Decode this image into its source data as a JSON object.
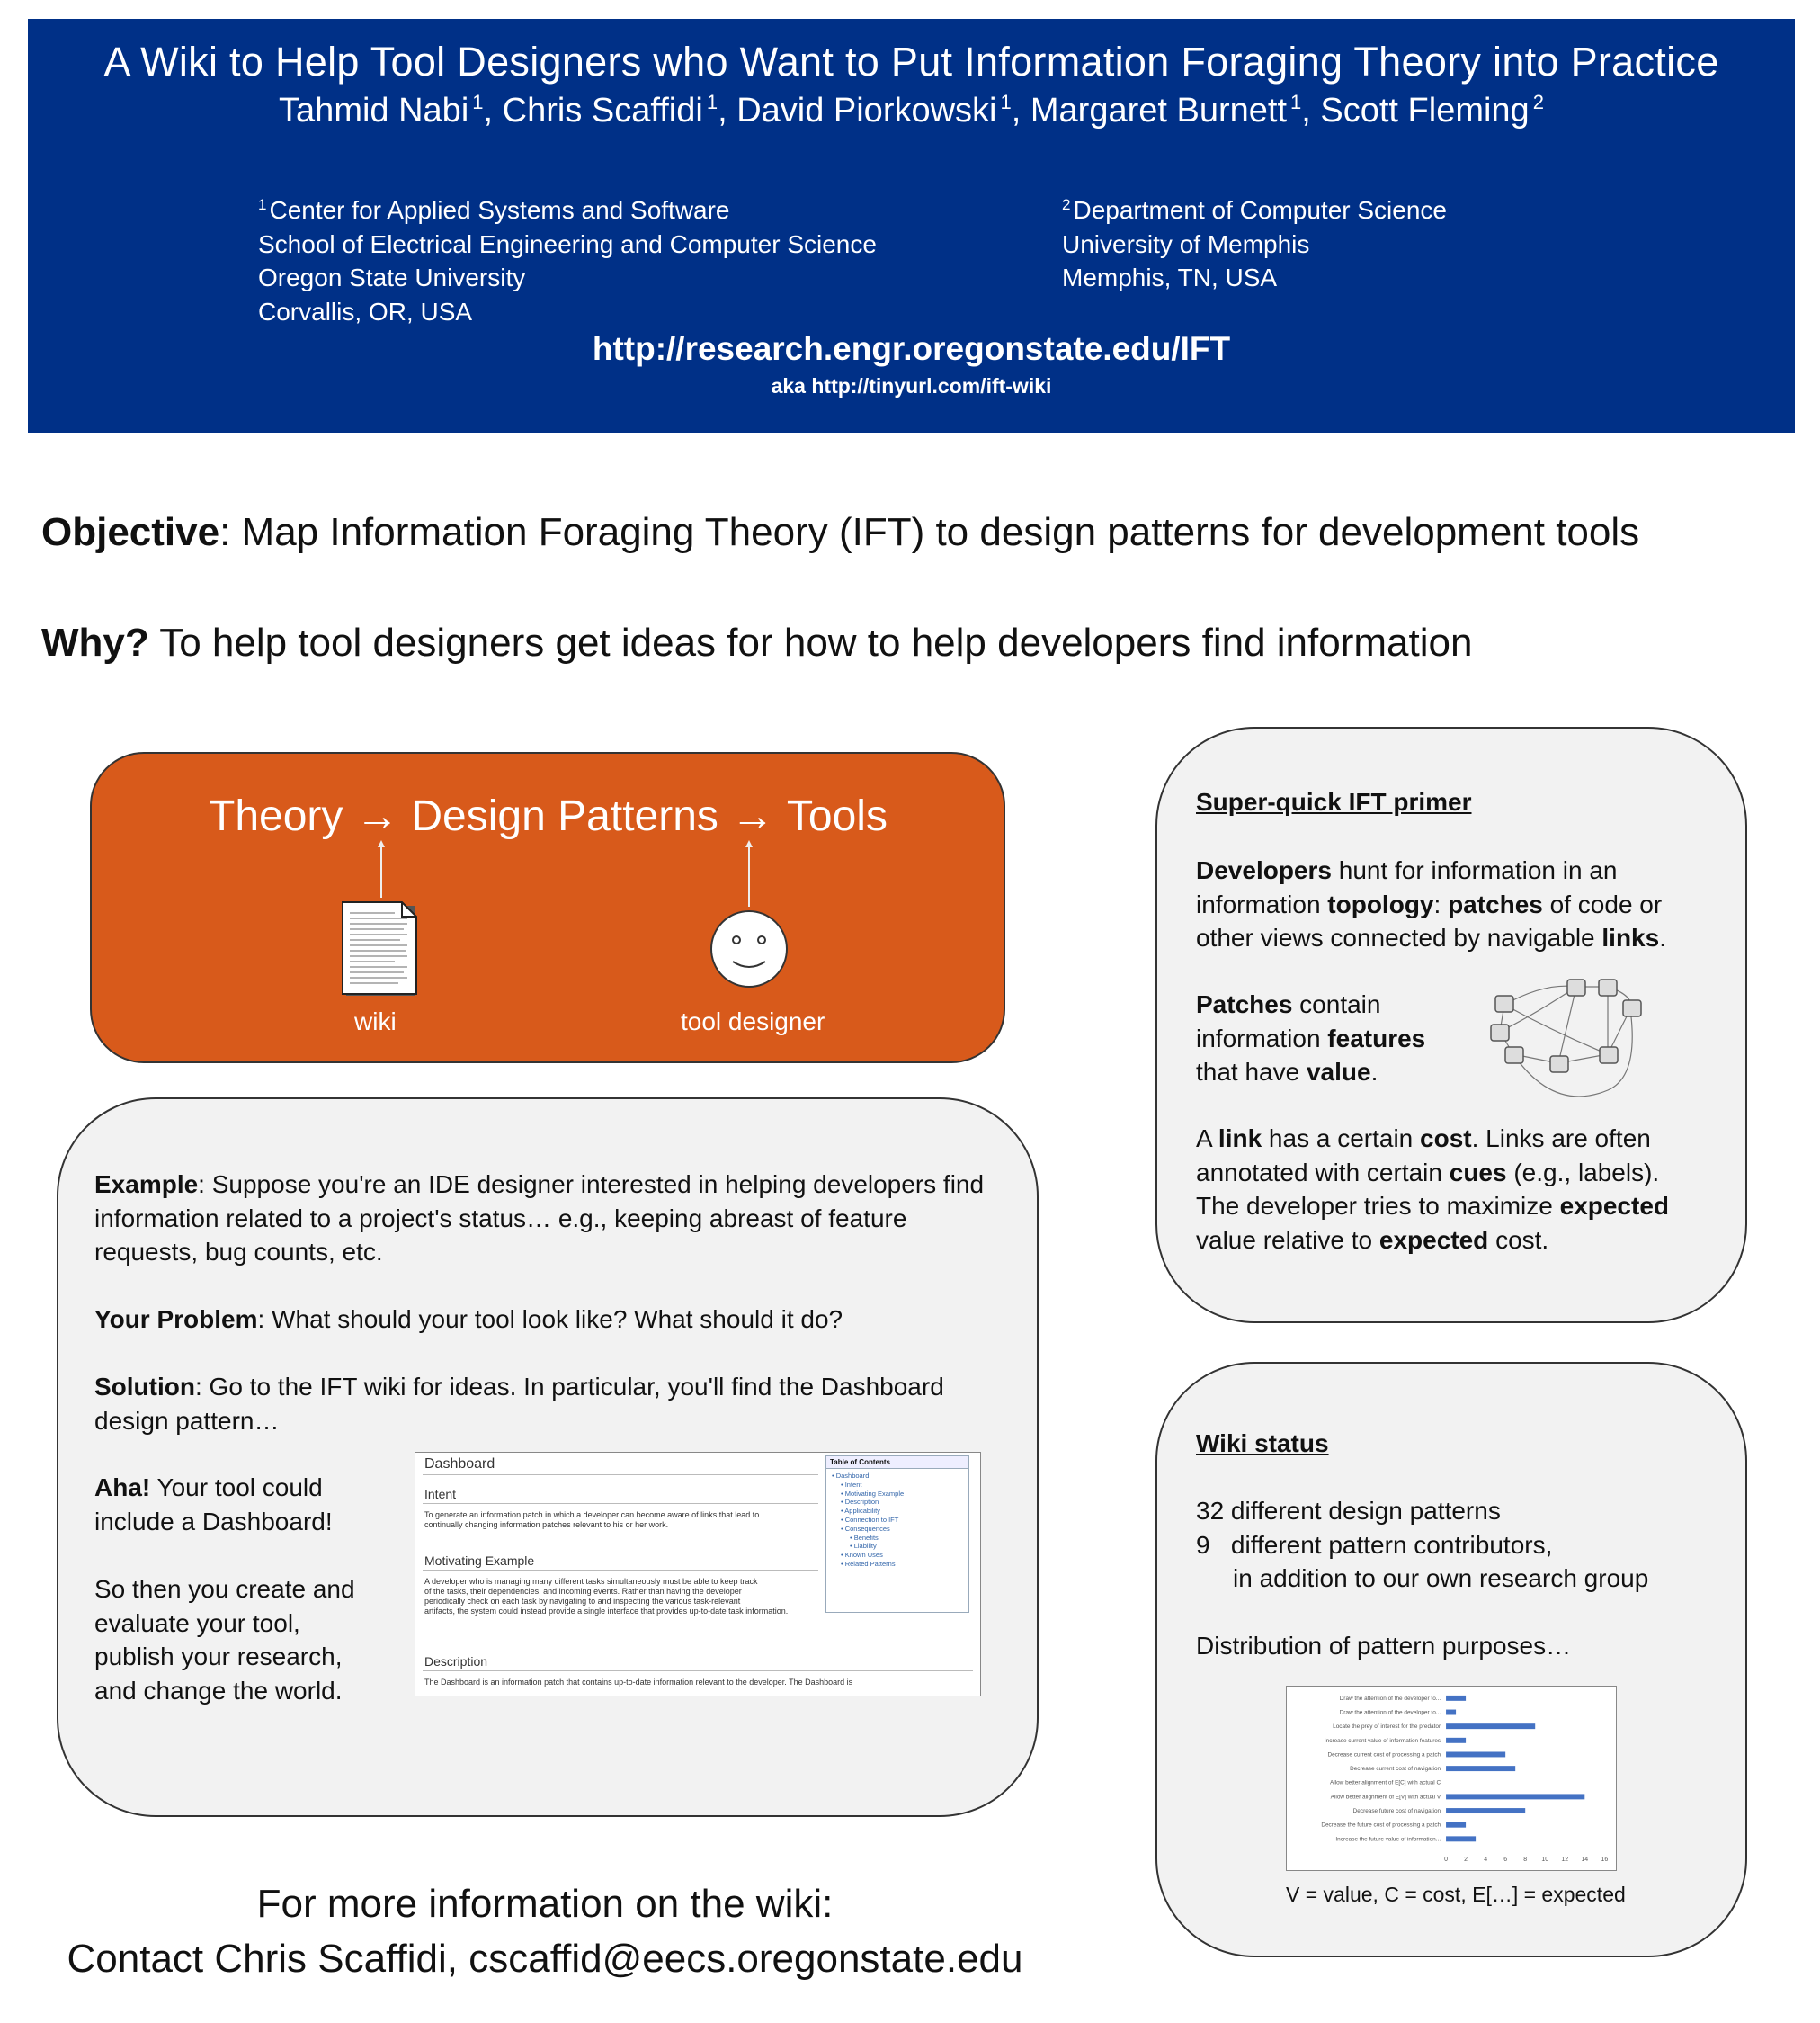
{
  "header": {
    "title": "A Wiki to Help Tool Designers who Want to Put Information Foraging Theory into Practice",
    "authors": [
      {
        "name": "Tahmid Nabi",
        "sup": "1",
        "sep": ", "
      },
      {
        "name": "Chris Scaffidi",
        "sup": "1",
        "sep": ", "
      },
      {
        "name": "David Piorkowski",
        "sup": "1",
        "sep": ", "
      },
      {
        "name": "Margaret Burnett",
        "sup": "1",
        "sep": ", "
      },
      {
        "name": "Scott Fleming",
        "sup": "2",
        "sep": ""
      }
    ],
    "affiliation1": {
      "sup": "1",
      "lines": [
        "Center for Applied Systems and Software",
        "School of Electrical Engineering and Computer Science",
        "Oregon State University",
        "Corvallis, OR, USA"
      ]
    },
    "affiliation2": {
      "sup": "2",
      "lines": [
        "Department of Computer Science",
        "University of Memphis",
        "Memphis, TN, USA"
      ]
    },
    "url": "http://research.engr.oregonstate.edu/IFT",
    "aka": "aka http://tinyurl.com/ift-wiki"
  },
  "objective": {
    "label": "Objective",
    "text": ": Map Information Foraging Theory (IFT) to design patterns for development tools"
  },
  "why": {
    "label": "Why?",
    "text": " To help tool designers get ideas for how to help developers find information"
  },
  "flow": {
    "theory": "Theory",
    "arrow": "→",
    "patterns": "Design Patterns",
    "tools": "Tools",
    "wiki_label": "wiki",
    "designer_label": "tool designer"
  },
  "example": {
    "p1_label": "Example",
    "p1_lines": [
      ": Suppose you're an IDE designer interested in helping developers find",
      "information related to a project's status… e.g., keeping abreast of feature",
      "requests, bug counts, etc."
    ],
    "p2_label": "Your Problem",
    "p2_text": ": What should your tool look like? What should it do?",
    "p3_label": "Solution",
    "p3_lines": [
      ": Go to the IFT wiki for ideas. In particular, you'll find the Dashboard",
      "design pattern…"
    ],
    "p4_label": "Aha!",
    "p4_lines": [
      " Your tool could",
      "include a Dashboard!"
    ],
    "p5_lines": [
      "So then you create and",
      "evaluate your tool,",
      "publish your research,",
      "and change the world."
    ]
  },
  "dashboard": {
    "title": "Dashboard",
    "intent_heading": "Intent",
    "intent_text": [
      "To generate an information patch in which a developer can become aware of links that lead to",
      "continually changing information patches relevant to his or her work."
    ],
    "motivating_heading": "Motivating Example",
    "motivating_text": [
      "A developer who is managing many different tasks simultaneously must be able to keep track",
      "of the tasks, their dependencies, and incoming events. Rather than having the developer",
      "periodically check on each task by navigating to and inspecting the various task-relevant",
      "artifacts, the system could instead provide a single interface that provides up-to-date task information."
    ],
    "description_heading": "Description",
    "description_text": [
      "The Dashboard is an information patch that contains up-to-date information relevant to the developer. The Dashboard is"
    ],
    "toc_title": "Table of Contents",
    "toc_items": [
      "Dashboard",
      "Intent",
      "Motivating Example",
      "Description",
      "Applicability",
      "Connection to IFT",
      "Consequences",
      "Benefits",
      "Liability",
      "Known Uses",
      "Related Patterns"
    ]
  },
  "primer": {
    "heading": "Super-quick IFT primer",
    "para1": [
      [
        {
          "t": "Developers",
          "b": true
        },
        {
          "t": " hunt for information in an",
          "b": false
        }
      ],
      [
        {
          "t": "information ",
          "b": false
        },
        {
          "t": "topology",
          "b": true
        },
        {
          "t": ": ",
          "b": false
        },
        {
          "t": "patches",
          "b": true
        },
        {
          "t": " of code or",
          "b": false
        }
      ],
      [
        {
          "t": "other views connected by navigable ",
          "b": false
        },
        {
          "t": "links",
          "b": true
        },
        {
          "t": ".",
          "b": false
        }
      ]
    ],
    "para2": [
      [
        {
          "t": "Patches",
          "b": true
        },
        {
          "t": " contain",
          "b": false
        }
      ],
      [
        {
          "t": "information ",
          "b": false
        },
        {
          "t": "features",
          "b": true
        }
      ],
      [
        {
          "t": "that have ",
          "b": false
        },
        {
          "t": "value",
          "b": true
        },
        {
          "t": ".",
          "b": false
        }
      ]
    ],
    "para3": [
      [
        {
          "t": "A ",
          "b": false
        },
        {
          "t": "link",
          "b": true
        },
        {
          "t": " has a certain ",
          "b": false
        },
        {
          "t": "cost",
          "b": true
        },
        {
          "t": ". Links are often",
          "b": false
        }
      ],
      [
        {
          "t": "annotated with certain ",
          "b": false
        },
        {
          "t": "cues",
          "b": true
        },
        {
          "t": " (e.g., labels).",
          "b": false
        }
      ],
      [
        {
          "t": "The developer tries to maximize ",
          "b": false
        },
        {
          "t": "expected",
          "b": true
        }
      ],
      [
        {
          "t": "value relative to ",
          "b": false
        },
        {
          "t": "expected",
          "b": true
        },
        {
          "t": " cost.",
          "b": false
        }
      ]
    ]
  },
  "status": {
    "heading": "Wiki status",
    "line1": "32 different design patterns",
    "line2": "9   different pattern contributors,",
    "line3": "in addition to our own research group",
    "line4": "Distribution of pattern purposes…",
    "caption": "V = value, C = cost, E[…] = expected"
  },
  "chart_data": {
    "type": "bar",
    "orientation": "horizontal",
    "categories": [
      "Draw the attention of the developer to...",
      "Draw the attention of the developer to...",
      "Locate the prey of interest for the predator",
      "Increase current value of information features",
      "Decrease current cost of processing a patch",
      "Decrease current cost of navigation",
      "Allow better alignment of E[C] with actual C",
      "Allow better alignment of E[V] with actual V",
      "Decrease future cost of navigation",
      "Decrease the future cost of processing a patch",
      "Increase the future value of information..."
    ],
    "values": [
      2,
      1,
      9,
      2,
      6,
      7,
      0,
      14,
      8,
      2,
      3
    ],
    "xlim": [
      0,
      16
    ],
    "xticks": [
      "0",
      "2",
      "4",
      "6",
      "8",
      "10",
      "12",
      "14",
      "16"
    ],
    "bar_color": "#4472c4",
    "grid": false
  },
  "footer": {
    "line1": "For more information on the wiki:",
    "line2": "Contact Chris Scaffidi, cscaffid@eecs.oregonstate.edu"
  }
}
